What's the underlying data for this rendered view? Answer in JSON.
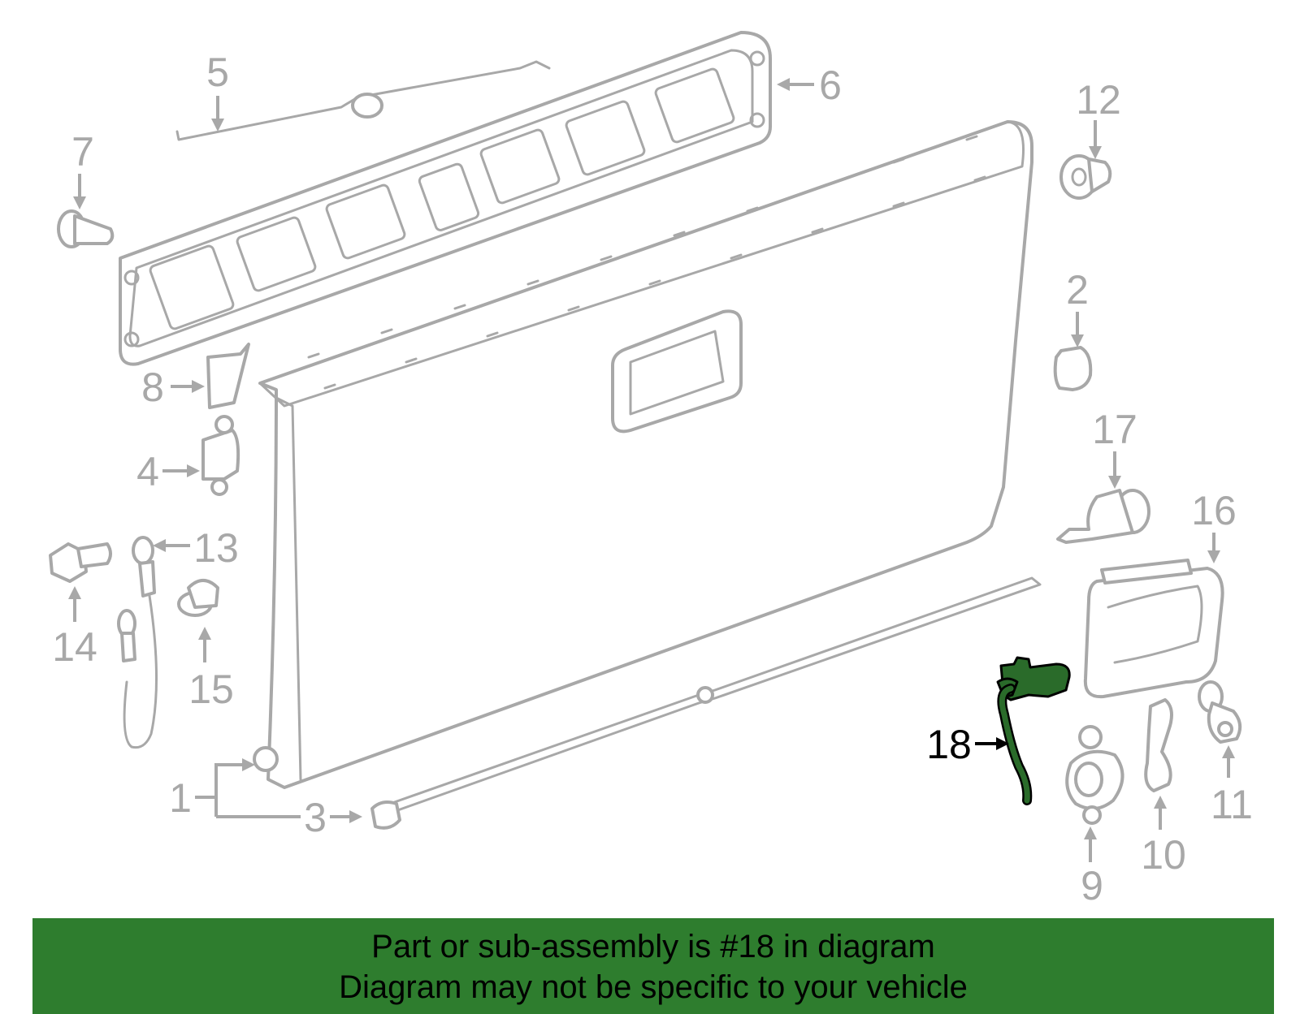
{
  "diagram": {
    "highlighted_part": "18",
    "callouts": [
      "1",
      "2",
      "3",
      "4",
      "5",
      "6",
      "7",
      "8",
      "9",
      "10",
      "11",
      "12",
      "13",
      "14",
      "15",
      "16",
      "17",
      "18"
    ]
  },
  "banner": {
    "line1": "Part or sub-assembly is #18 in diagram",
    "line2": "Diagram may not be specific to your vehicle",
    "background_color": "#2e7d2e"
  },
  "colors": {
    "line_art": "#a8a8a8",
    "highlight_part": "#2a6b2a",
    "highlight_label": "#000000"
  }
}
